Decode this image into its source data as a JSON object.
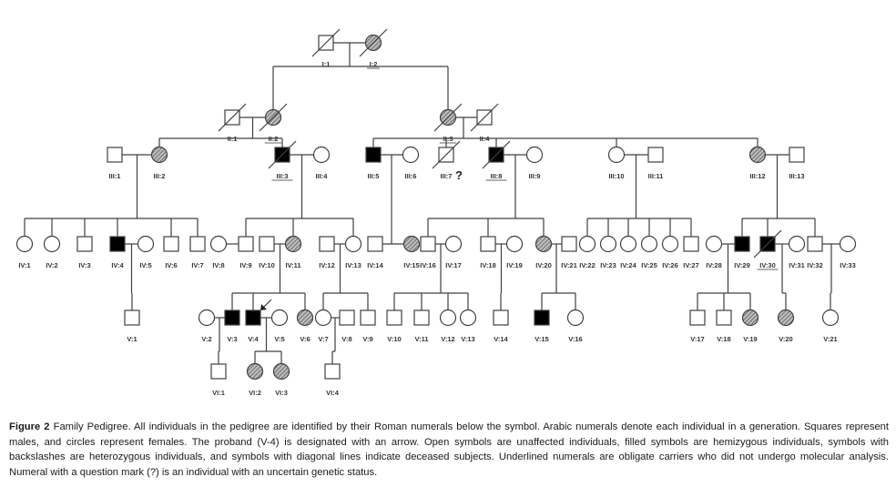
{
  "figure": {
    "caption_label": "Figure 2",
    "caption_text": " Family Pedigree. All individuals in the pedigree are identified by their Roman numerals below the symbol. Arabic numerals denote each individual in a generation. Squares represent males, and circles represent females. The proband (V-4) is designated with an arrow. Open symbols are unaffected individuals, filled symbols are hemizygous individuals, symbols with backslashes are heterozygous individuals, and symbols with diagonal lines indicate deceased subjects. Underlined numerals are obligate carriers who did not undergo molecular analysis. Numeral with a question mark (?) is an individual with an uncertain genetic status."
  },
  "colors": {
    "line": "#404040",
    "affected": "#000000",
    "carrier_hatch": "#7a7a7a",
    "open": "#ffffff"
  },
  "legend_meaning": {
    "open": "unaffected",
    "filled": "hemizygous",
    "hatched": "heterozygous",
    "slash": "deceased",
    "underlined": "obligate carrier, not molecularly analysed",
    "question": "uncertain genetic status",
    "arrow": "proband"
  },
  "proband": "V:4",
  "individuals": [
    {
      "id": "I:1",
      "sex": "M",
      "status": "open",
      "deceased": true,
      "underline": false
    },
    {
      "id": "I:2",
      "sex": "F",
      "status": "hatched",
      "deceased": true,
      "underline": true
    },
    {
      "id": "II:1",
      "sex": "M",
      "status": "open",
      "deceased": true,
      "underline": false
    },
    {
      "id": "II:2",
      "sex": "F",
      "status": "hatched",
      "deceased": true,
      "underline": true
    },
    {
      "id": "II:3",
      "sex": "F",
      "status": "hatched",
      "deceased": true,
      "underline": true
    },
    {
      "id": "II:4",
      "sex": "M",
      "status": "open",
      "deceased": true,
      "underline": false
    },
    {
      "id": "III:1",
      "sex": "M",
      "status": "open"
    },
    {
      "id": "III:2",
      "sex": "F",
      "status": "hatched"
    },
    {
      "id": "III:3",
      "sex": "M",
      "status": "filled",
      "deceased": true,
      "underline": true
    },
    {
      "id": "III:4",
      "sex": "F",
      "status": "open"
    },
    {
      "id": "III:5",
      "sex": "M",
      "status": "filled"
    },
    {
      "id": "III:6",
      "sex": "F",
      "status": "open"
    },
    {
      "id": "III:7",
      "sex": "M",
      "status": "open",
      "deceased": true,
      "question": true
    },
    {
      "id": "III:8",
      "sex": "M",
      "status": "filled",
      "deceased": true,
      "underline": true
    },
    {
      "id": "III:9",
      "sex": "F",
      "status": "open"
    },
    {
      "id": "III:10",
      "sex": "F",
      "status": "open"
    },
    {
      "id": "III:11",
      "sex": "M",
      "status": "open"
    },
    {
      "id": "III:12",
      "sex": "F",
      "status": "hatched"
    },
    {
      "id": "III:13",
      "sex": "M",
      "status": "open"
    },
    {
      "id": "IV:1",
      "sex": "F",
      "status": "open"
    },
    {
      "id": "IV:2",
      "sex": "F",
      "status": "open"
    },
    {
      "id": "IV:3",
      "sex": "M",
      "status": "open"
    },
    {
      "id": "IV:4",
      "sex": "M",
      "status": "filled"
    },
    {
      "id": "IV:5",
      "sex": "F",
      "status": "open"
    },
    {
      "id": "IV:6",
      "sex": "M",
      "status": "open"
    },
    {
      "id": "IV:7",
      "sex": "M",
      "status": "open"
    },
    {
      "id": "IV:8",
      "sex": "F",
      "status": "open"
    },
    {
      "id": "IV:9",
      "sex": "M",
      "status": "open"
    },
    {
      "id": "IV:10",
      "sex": "M",
      "status": "open"
    },
    {
      "id": "IV:11",
      "sex": "F",
      "status": "hatched"
    },
    {
      "id": "IV:12",
      "sex": "M",
      "status": "open"
    },
    {
      "id": "IV:13",
      "sex": "F",
      "status": "open"
    },
    {
      "id": "IV:14",
      "sex": "M",
      "status": "open"
    },
    {
      "id": "IV:15",
      "sex": "F",
      "status": "hatched"
    },
    {
      "id": "IV:16",
      "sex": "M",
      "status": "open"
    },
    {
      "id": "IV:17",
      "sex": "F",
      "status": "open"
    },
    {
      "id": "IV:18",
      "sex": "M",
      "status": "open"
    },
    {
      "id": "IV:19",
      "sex": "F",
      "status": "open"
    },
    {
      "id": "IV:20",
      "sex": "F",
      "status": "hatched"
    },
    {
      "id": "IV:21",
      "sex": "M",
      "status": "open"
    },
    {
      "id": "IV:22",
      "sex": "F",
      "status": "open"
    },
    {
      "id": "IV:23",
      "sex": "F",
      "status": "open"
    },
    {
      "id": "IV:24",
      "sex": "F",
      "status": "open"
    },
    {
      "id": "IV:25",
      "sex": "F",
      "status": "open"
    },
    {
      "id": "IV:26",
      "sex": "F",
      "status": "open"
    },
    {
      "id": "IV:27",
      "sex": "M",
      "status": "open"
    },
    {
      "id": "IV:28",
      "sex": "F",
      "status": "open"
    },
    {
      "id": "IV:29",
      "sex": "M",
      "status": "filled"
    },
    {
      "id": "IV:30",
      "sex": "M",
      "status": "filled",
      "deceased": true,
      "underline": true
    },
    {
      "id": "IV:31",
      "sex": "F",
      "status": "open"
    },
    {
      "id": "IV:32",
      "sex": "M",
      "status": "open"
    },
    {
      "id": "IV:33",
      "sex": "F",
      "status": "open"
    },
    {
      "id": "V:1",
      "sex": "M",
      "status": "open"
    },
    {
      "id": "V:2",
      "sex": "F",
      "status": "open"
    },
    {
      "id": "V:3",
      "sex": "M",
      "status": "filled"
    },
    {
      "id": "V:4",
      "sex": "M",
      "status": "filled",
      "proband": true
    },
    {
      "id": "V:5",
      "sex": "F",
      "status": "open"
    },
    {
      "id": "V:6",
      "sex": "F",
      "status": "hatched"
    },
    {
      "id": "V:7",
      "sex": "F",
      "status": "open"
    },
    {
      "id": "V:8",
      "sex": "M",
      "status": "open"
    },
    {
      "id": "V:9",
      "sex": "M",
      "status": "open"
    },
    {
      "id": "V:10",
      "sex": "M",
      "status": "open"
    },
    {
      "id": "V:11",
      "sex": "M",
      "status": "open"
    },
    {
      "id": "V:12",
      "sex": "F",
      "status": "open"
    },
    {
      "id": "V:13",
      "sex": "F",
      "status": "open"
    },
    {
      "id": "V:14",
      "sex": "M",
      "status": "open"
    },
    {
      "id": "V:15",
      "sex": "M",
      "status": "filled"
    },
    {
      "id": "V:16",
      "sex": "F",
      "status": "open"
    },
    {
      "id": "V:17",
      "sex": "M",
      "status": "open"
    },
    {
      "id": "V:18",
      "sex": "M",
      "status": "open"
    },
    {
      "id": "V:19",
      "sex": "F",
      "status": "hatched"
    },
    {
      "id": "V:20",
      "sex": "F",
      "status": "hatched"
    },
    {
      "id": "V:21",
      "sex": "F",
      "status": "open"
    },
    {
      "id": "VI:1",
      "sex": "M",
      "status": "open"
    },
    {
      "id": "VI:2",
      "sex": "F",
      "status": "hatched"
    },
    {
      "id": "VI:3",
      "sex": "F",
      "status": "hatched"
    },
    {
      "id": "VI:4",
      "sex": "M",
      "status": "open"
    }
  ],
  "unions": [
    {
      "partners": [
        "I:1",
        "I:2"
      ],
      "children": [
        "II:2",
        "II:3"
      ]
    },
    {
      "partners": [
        "II:1",
        "II:2"
      ],
      "children": [
        "III:2",
        "III:3"
      ]
    },
    {
      "partners": [
        "II:3",
        "II:4"
      ],
      "children": [
        "III:5",
        "III:7",
        "III:8",
        "III:10",
        "III:12"
      ]
    },
    {
      "partners": [
        "III:1",
        "III:2"
      ],
      "children": [
        "IV:1",
        "IV:2",
        "IV:3",
        "IV:4",
        "IV:6",
        "IV:7"
      ]
    },
    {
      "partners": [
        "III:3",
        "III:4"
      ],
      "children": [
        "IV:9",
        "IV:11",
        "IV:13"
      ]
    },
    {
      "partners": [
        "III:5",
        "III:6"
      ],
      "children": [
        "IV:15"
      ]
    },
    {
      "partners": [
        "III:8",
        "III:9"
      ],
      "children": [
        "IV:16",
        "IV:18",
        "IV:20"
      ]
    },
    {
      "partners": [
        "III:10",
        "III:11"
      ],
      "children": [
        "IV:22",
        "IV:23",
        "IV:24",
        "IV:25",
        "IV:26",
        "IV:27"
      ]
    },
    {
      "partners": [
        "III:12",
        "III:13"
      ],
      "children": [
        "IV:29",
        "IV:30",
        "IV:32"
      ]
    },
    {
      "partners": [
        "IV:4",
        "IV:5"
      ],
      "children": [
        "V:1"
      ]
    },
    {
      "partners": [
        "IV:8",
        "IV:9"
      ],
      "children": []
    },
    {
      "partners": [
        "IV:10",
        "IV:11"
      ],
      "children": [
        "V:3",
        "V:4",
        "V:6"
      ]
    },
    {
      "partners": [
        "IV:12",
        "IV:13"
      ],
      "children": [
        "V:7",
        "V:9"
      ]
    },
    {
      "partners": [
        "IV:14",
        "IV:15"
      ],
      "children": []
    },
    {
      "partners": [
        "IV:16",
        "IV:17"
      ],
      "children": [
        "V:10",
        "V:11",
        "V:12",
        "V:13"
      ]
    },
    {
      "partners": [
        "IV:18",
        "IV:19"
      ],
      "children": [
        "V:14"
      ]
    },
    {
      "partners": [
        "IV:20",
        "IV:21"
      ],
      "children": [
        "V:15",
        "V:16"
      ]
    },
    {
      "partners": [
        "IV:28",
        "IV:29"
      ],
      "children": [
        "V:17",
        "V:18",
        "V:19"
      ]
    },
    {
      "partners": [
        "IV:30",
        "IV:31"
      ],
      "children": [
        "V:20"
      ]
    },
    {
      "partners": [
        "IV:32",
        "IV:33"
      ],
      "children": [
        "V:21"
      ]
    },
    {
      "partners": [
        "V:2",
        "V:3"
      ],
      "children": [
        "VI:1"
      ]
    },
    {
      "partners": [
        "V:4",
        "V:5"
      ],
      "children": [
        "VI:2",
        "VI:3"
      ]
    },
    {
      "partners": [
        "V:7",
        "V:8"
      ],
      "children": [
        "VI:4"
      ]
    }
  ]
}
